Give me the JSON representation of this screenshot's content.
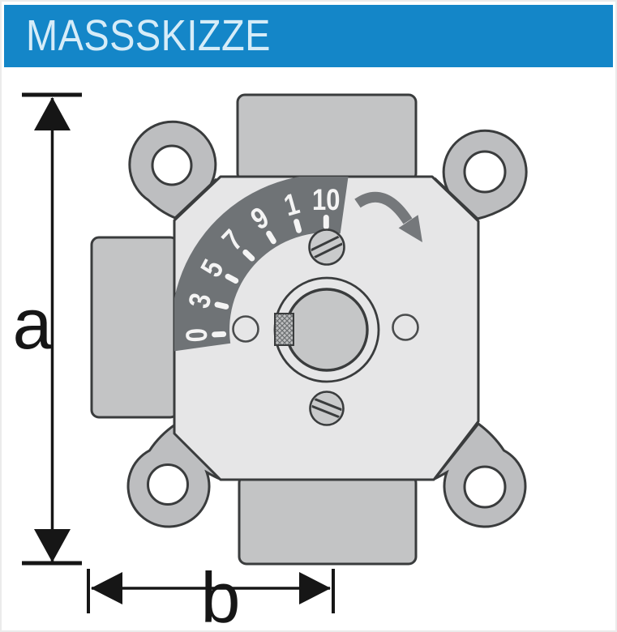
{
  "header": {
    "title": "MASSSKIZZE"
  },
  "dial": {
    "labels": [
      "0",
      "3",
      "5",
      "7",
      "9",
      "1",
      "10"
    ],
    "min": "0",
    "max": "10",
    "direction": "clockwise"
  },
  "dimensions": {
    "height_label": "a",
    "width_label": "b"
  },
  "colors": {
    "header_bg": "#1486c8",
    "header_text": "#d6ecf8",
    "outline": "#3a3c3d",
    "body": "#e6e6e7",
    "pipe": "#c3c4c5",
    "ear": "#bdbec0",
    "hole": "#ffffff",
    "dial_band": "#6f7376",
    "dial_text": "#f4f4f4",
    "knob": "#c5c6c7",
    "screw": "#c9cacb",
    "arrow": "#75787b",
    "dimension": "#161616"
  }
}
